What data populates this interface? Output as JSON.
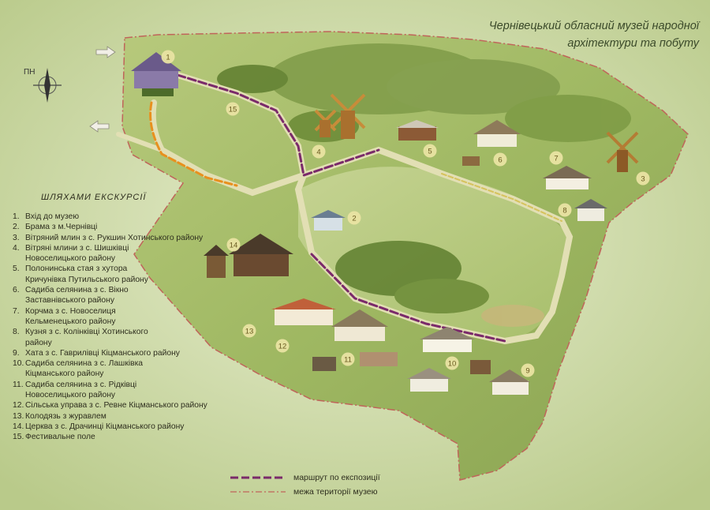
{
  "title": {
    "line1": "Чернівецький обласний музей народної",
    "line2": "архітектури та побуту"
  },
  "compass": {
    "label": "ПН"
  },
  "legend": {
    "heading": "ШЛЯХАМИ ЕКСКУРСІЇ",
    "items": [
      {
        "num": "1.",
        "lines": [
          "Вхід до музею"
        ]
      },
      {
        "num": "2.",
        "lines": [
          "Брама з м.Чернівці"
        ]
      },
      {
        "num": "3.",
        "lines": [
          "Вітряний млин з с. Рукшин Хотинського району"
        ]
      },
      {
        "num": "4.",
        "lines": [
          "Вітряні млини з с. Шишківці",
          "Новоселицького району"
        ]
      },
      {
        "num": "5.",
        "lines": [
          "Полонинська стая з хутора",
          "Кричунівка Путильського району"
        ]
      },
      {
        "num": "6.",
        "lines": [
          "Садиба селянина з с. Вікно",
          "Заставнівського району"
        ]
      },
      {
        "num": "7.",
        "lines": [
          "Корчма з с. Новоселиця",
          "Кельменецького району"
        ]
      },
      {
        "num": "8.",
        "lines": [
          "Кузня з с. Колінківці Хотинського",
          "району"
        ]
      },
      {
        "num": "9.",
        "lines": [
          "Хата з с. Гаврилівці Кіцманського району"
        ]
      },
      {
        "num": "10.",
        "lines": [
          "Садиба селянина з с. Лашківка",
          "Кіцманського району"
        ]
      },
      {
        "num": "11.",
        "lines": [
          "Садиба селянина з с. Рідківці",
          "Новоселицького району"
        ]
      },
      {
        "num": "12.",
        "lines": [
          "Сільська управа з с. Ревне Кіцманського району"
        ]
      },
      {
        "num": "13.",
        "lines": [
          "Колодязь з журавлем"
        ]
      },
      {
        "num": "14.",
        "lines": [
          "Церква з с. Драчинці Кіцманського району"
        ]
      },
      {
        "num": "15.",
        "lines": [
          "Фестивальне поле"
        ]
      }
    ]
  },
  "route_legend": {
    "route_label": "маршрут по експозиції",
    "border_label": "межа території музею",
    "route_color": "#7a2a6a",
    "border_color": "#c0645a"
  },
  "markers": [
    "1",
    "2",
    "3",
    "4",
    "5",
    "6",
    "7",
    "8",
    "9",
    "10",
    "11",
    "12",
    "13",
    "14",
    "15"
  ],
  "colors": {
    "field": "#a9c06d",
    "field_dark": "#8aa556",
    "path": "#e2dfb4",
    "orange_path": "#e8901e",
    "marker_fill": "#e9e3a2",
    "marker_text": "#6a5a20"
  }
}
